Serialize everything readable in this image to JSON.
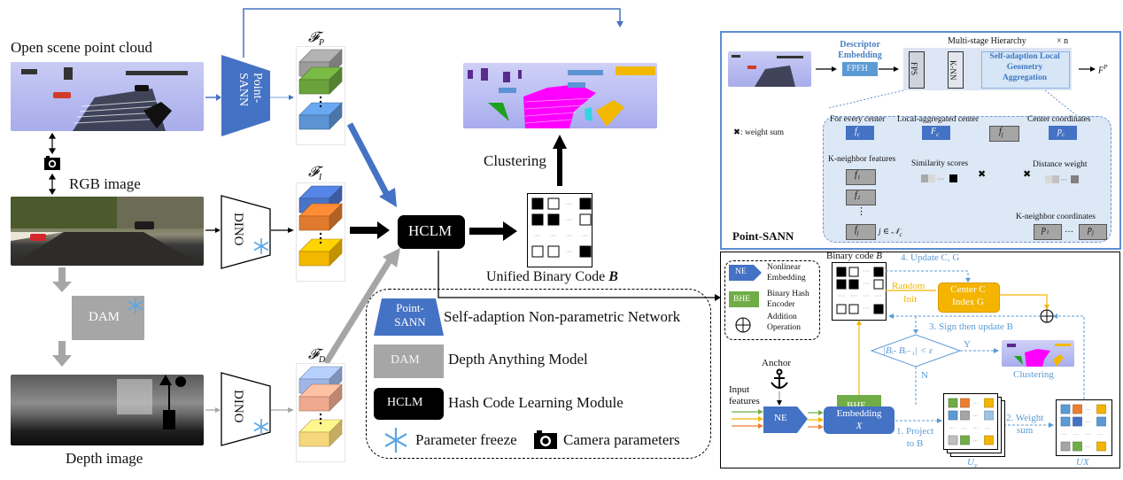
{
  "left_pipeline": {
    "point_cloud_label": "Open scene point cloud",
    "rgb_label": "RGB image",
    "depth_label": "Depth image",
    "point_sann_label_1": "Point-",
    "point_sann_label_2": "SANN",
    "dino_label": "DINO",
    "dam_label": "DAM",
    "feature_labels": [
      "𝓕_P",
      "𝓕_I",
      "𝓕_D"
    ],
    "hclm_label": "HCLM",
    "clustering_label": "Clustering",
    "unified_code_label": "Unified Binary Code",
    "unified_code_symbol": "B",
    "feature_colors": {
      "fp": [
        "#9c9c9c",
        "#6aa23c",
        "#5b93d3"
      ],
      "fi": [
        "#4a74c8",
        "#e07b2e",
        "#f2b800"
      ],
      "fd": [
        "#9fb6e6",
        "#eea98e",
        "#f6d77b"
      ]
    },
    "binary_matrix": [
      [
        1,
        0,
        "…",
        1
      ],
      [
        1,
        1,
        "…",
        0
      ],
      [
        "…",
        "…",
        "…",
        "…"
      ],
      [
        0,
        0,
        "…",
        1
      ]
    ]
  },
  "legend": {
    "items": [
      {
        "badge": "Point-SANN",
        "text": "Self-adaption Non-parametric Network"
      },
      {
        "badge": "DAM",
        "text": "Depth Anything Model"
      },
      {
        "badge": "HCLM",
        "text": "Hash Code Learning Module"
      }
    ],
    "freeze_text": "Parameter freeze",
    "camera_text": "Camera parameters"
  },
  "point_sann_panel": {
    "title": "Point-SANN",
    "descriptor_title_1": "Descriptor",
    "descriptor_title_2": "Embedding",
    "fpfh": "FPFH",
    "multistage": "Multi-stage Hierarchy",
    "times_n": "× n",
    "fps": "FPS",
    "knn": "K-NN",
    "slga_1": "Self-adaption Local",
    "slga_2": "Geometry",
    "slga_3": "Aggregation",
    "output": "F",
    "output_sup": "P",
    "weight_sum_legend": ": weight sum",
    "for_every_center": "For every center",
    "local_aggregated": "Local-aggregated center",
    "center_coords": "Center coordinates",
    "k_neighbor_features": "K-neighbor features",
    "similarity_scores": "Similarity scores",
    "distance_weight": "Distance weight",
    "k_neighbor_coords": "K-neighbor coordinates",
    "f_c": "f",
    "f_c_sub": "c",
    "F_c": "F",
    "F_c_sub": "c",
    "f_j": "f",
    "f_j_sub": "j",
    "p_c": "p",
    "p_c_sub": "c",
    "f_1": "f₁",
    "f_2": "f₂",
    "f_j_list": "f",
    "j_in_nc": "j ∈ 𝒩",
    "j_in_nc_sub": "c",
    "p_1": "p₁",
    "p_j": "p",
    "ellipsis": "…",
    "vdots": "⋮"
  },
  "hclm_panel": {
    "legend_ne_badge": "NE",
    "legend_ne_1": "Nonlinear",
    "legend_ne_2": "Embedding",
    "legend_bhe_badge": "BHE",
    "legend_bhe_1": "Binary Hash",
    "legend_bhe_2": "Encoder",
    "legend_add_1": "Addition",
    "legend_add_2": "Operation",
    "binary_code_label": "Binary code ",
    "binary_code_symbol": "B",
    "step4": "4. Update C, G",
    "random": "Random",
    "init": "Init",
    "center_c": "Center C",
    "index_g": "Index G",
    "step3": "3. Sign then update B",
    "condition": "|Bᵢ- Bᵢ₋₁| < ε",
    "yes": "Y",
    "no": "N",
    "clustering": "Clustering",
    "anchor": "Anchor",
    "input_1": "Input",
    "input_2": "features",
    "ne": "NE",
    "bhe": "BHE",
    "embedding_1": "Embedding",
    "embedding_2": "X",
    "step1_1": "1. Project",
    "step1_2": "to B",
    "step2_1": "2. Weight",
    "step2_2": "sum",
    "uv": "U",
    "uv_sub": "v",
    "ux": "UX",
    "colors": {
      "accent_blue": "#4472c4",
      "dashed_blue": "#5b9bd5",
      "orange": "#f5b400",
      "green": "#70ad47"
    }
  }
}
